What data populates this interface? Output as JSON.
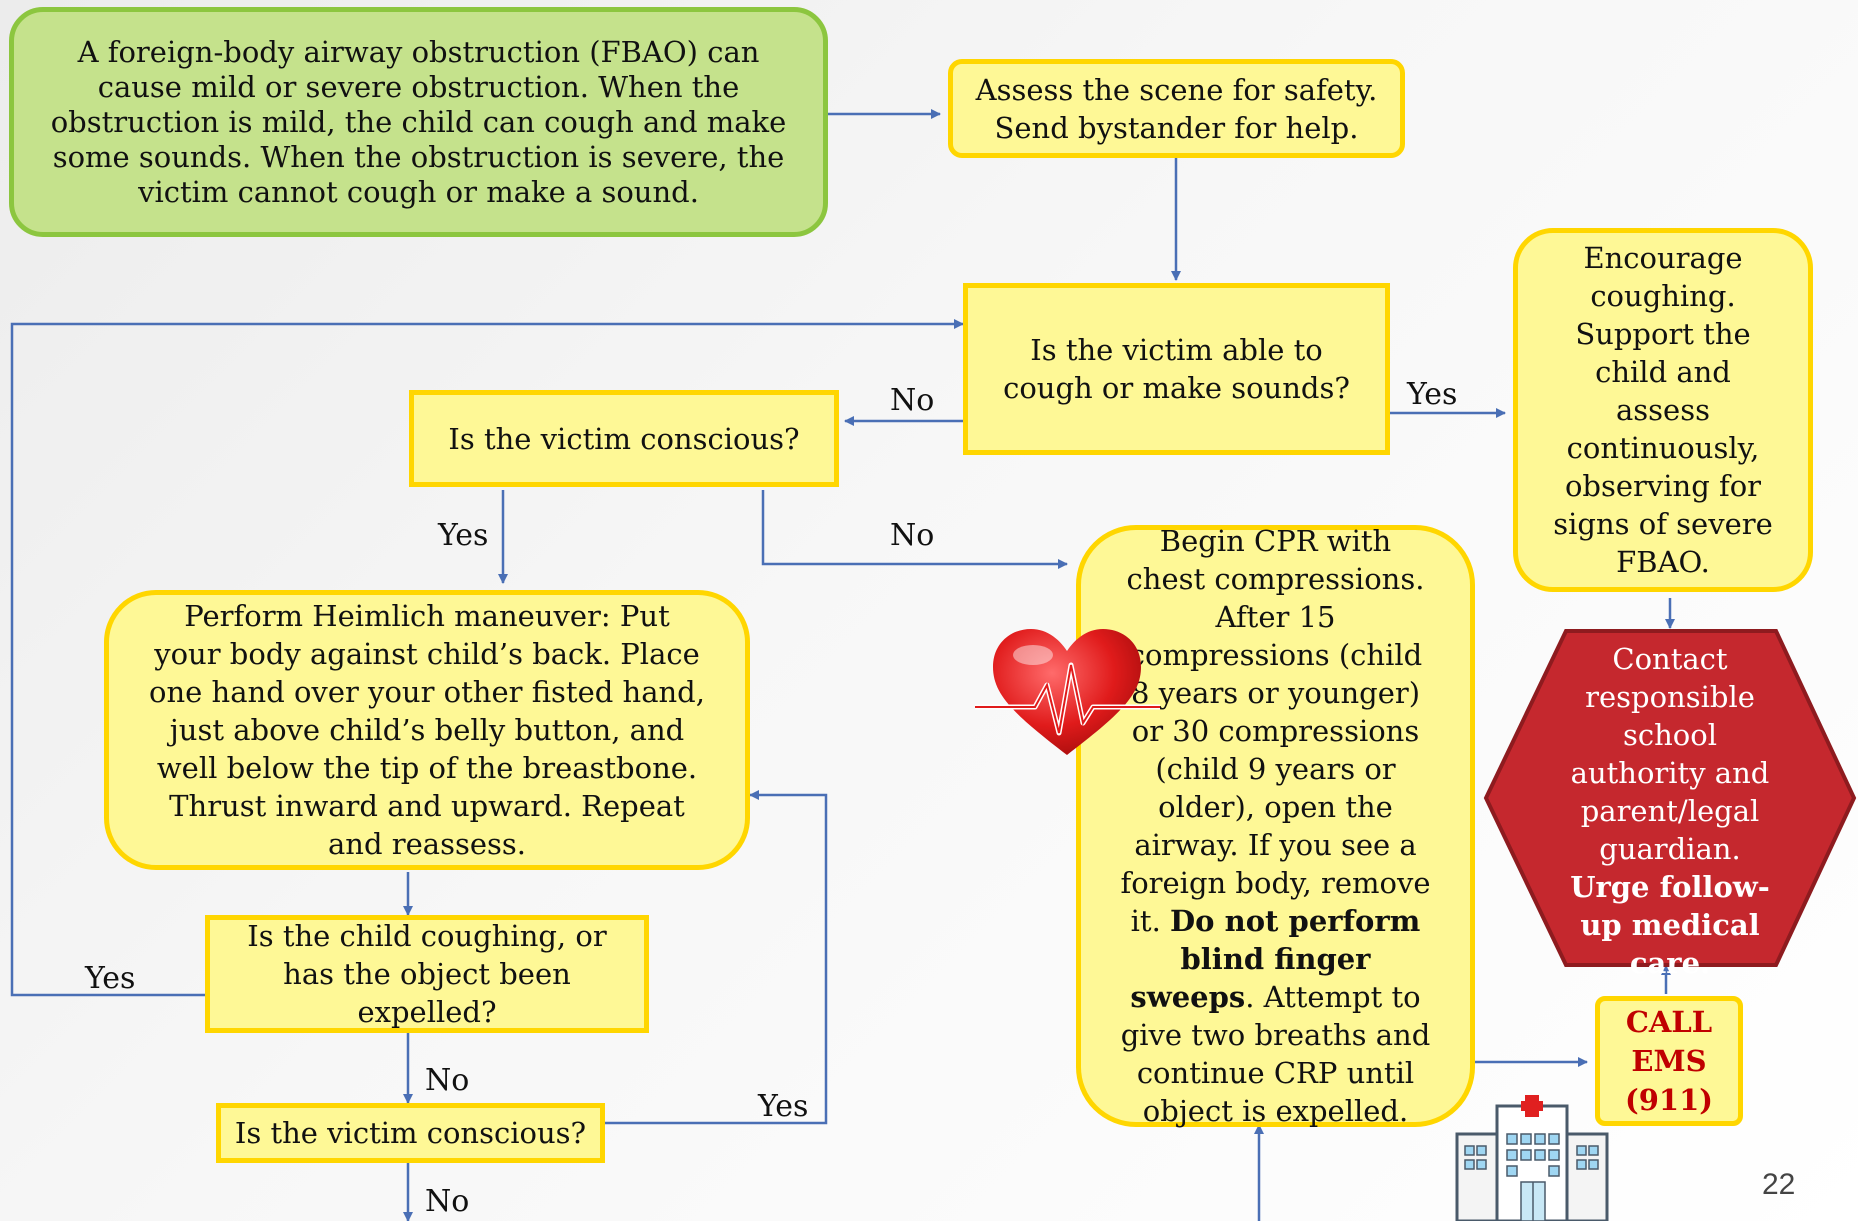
{
  "nodes": {
    "fbao_intro": "A foreign-body airway obstruction (FBAO) can cause mild or severe obstruction. When the obstruction is mild, the child can cough and make some sounds. When the obstruction is severe, the victim cannot cough or make a sound.",
    "assess_scene": "Assess the scene for safety. Send bystander for help.",
    "able_to_cough": "Is the victim able to cough or make sounds?",
    "encourage_coughing": "Encourage coughing. Support the child and assess continuously, observing for signs of severe FBAO.",
    "conscious_1": "Is the victim conscious?",
    "heimlich": "Perform Heimlich maneuver: Put your body against child’s back. Place one hand over your other fisted hand, just above child’s belly button, and well below the tip of the breastbone. Thrust inward and upward. Repeat and reassess.",
    "coughing_expelled": "Is the child coughing, or has the object been expelled?",
    "conscious_2": "Is the victim conscious?",
    "cpr": {
      "part1": "Begin CPR with chest compressions. After 15 compressions (child 8 years or younger) or 30 compressions (child 9 years or older), open the airway. If you see a foreign body, remove it. ",
      "bold": "Do not perform blind finger sweeps",
      "part2": ". Attempt to give two breaths and continue CRP until object is expelled."
    },
    "contact": {
      "text": "Contact responsible school authority and parent/legal guardian. ",
      "bold": "Urge follow-up medical care."
    },
    "call_ems": {
      "line1": "CALL",
      "line2": "EMS",
      "line3": "(911)"
    }
  },
  "edge_labels": {
    "no_to_conscious": "No",
    "yes_to_encourage": "Yes",
    "yes_to_heimlich": "Yes",
    "no_to_cpr": "No",
    "yes_loop_back": "Yes",
    "no_to_conscious2": "No",
    "yes_to_heimlich_loop": "Yes",
    "no_bottom": "No"
  },
  "page_number": "22",
  "icons": [
    "heart-ecg-icon",
    "hospital-icon"
  ],
  "colors": {
    "green_fill": "#c5e28c",
    "green_border": "#8cc63f",
    "yellow_fill": "#fef896",
    "yellow_border": "#ffd600",
    "hexagon_fill": "#c5282e",
    "arrow": "#4a6fb5",
    "call_text": "#c00000"
  }
}
